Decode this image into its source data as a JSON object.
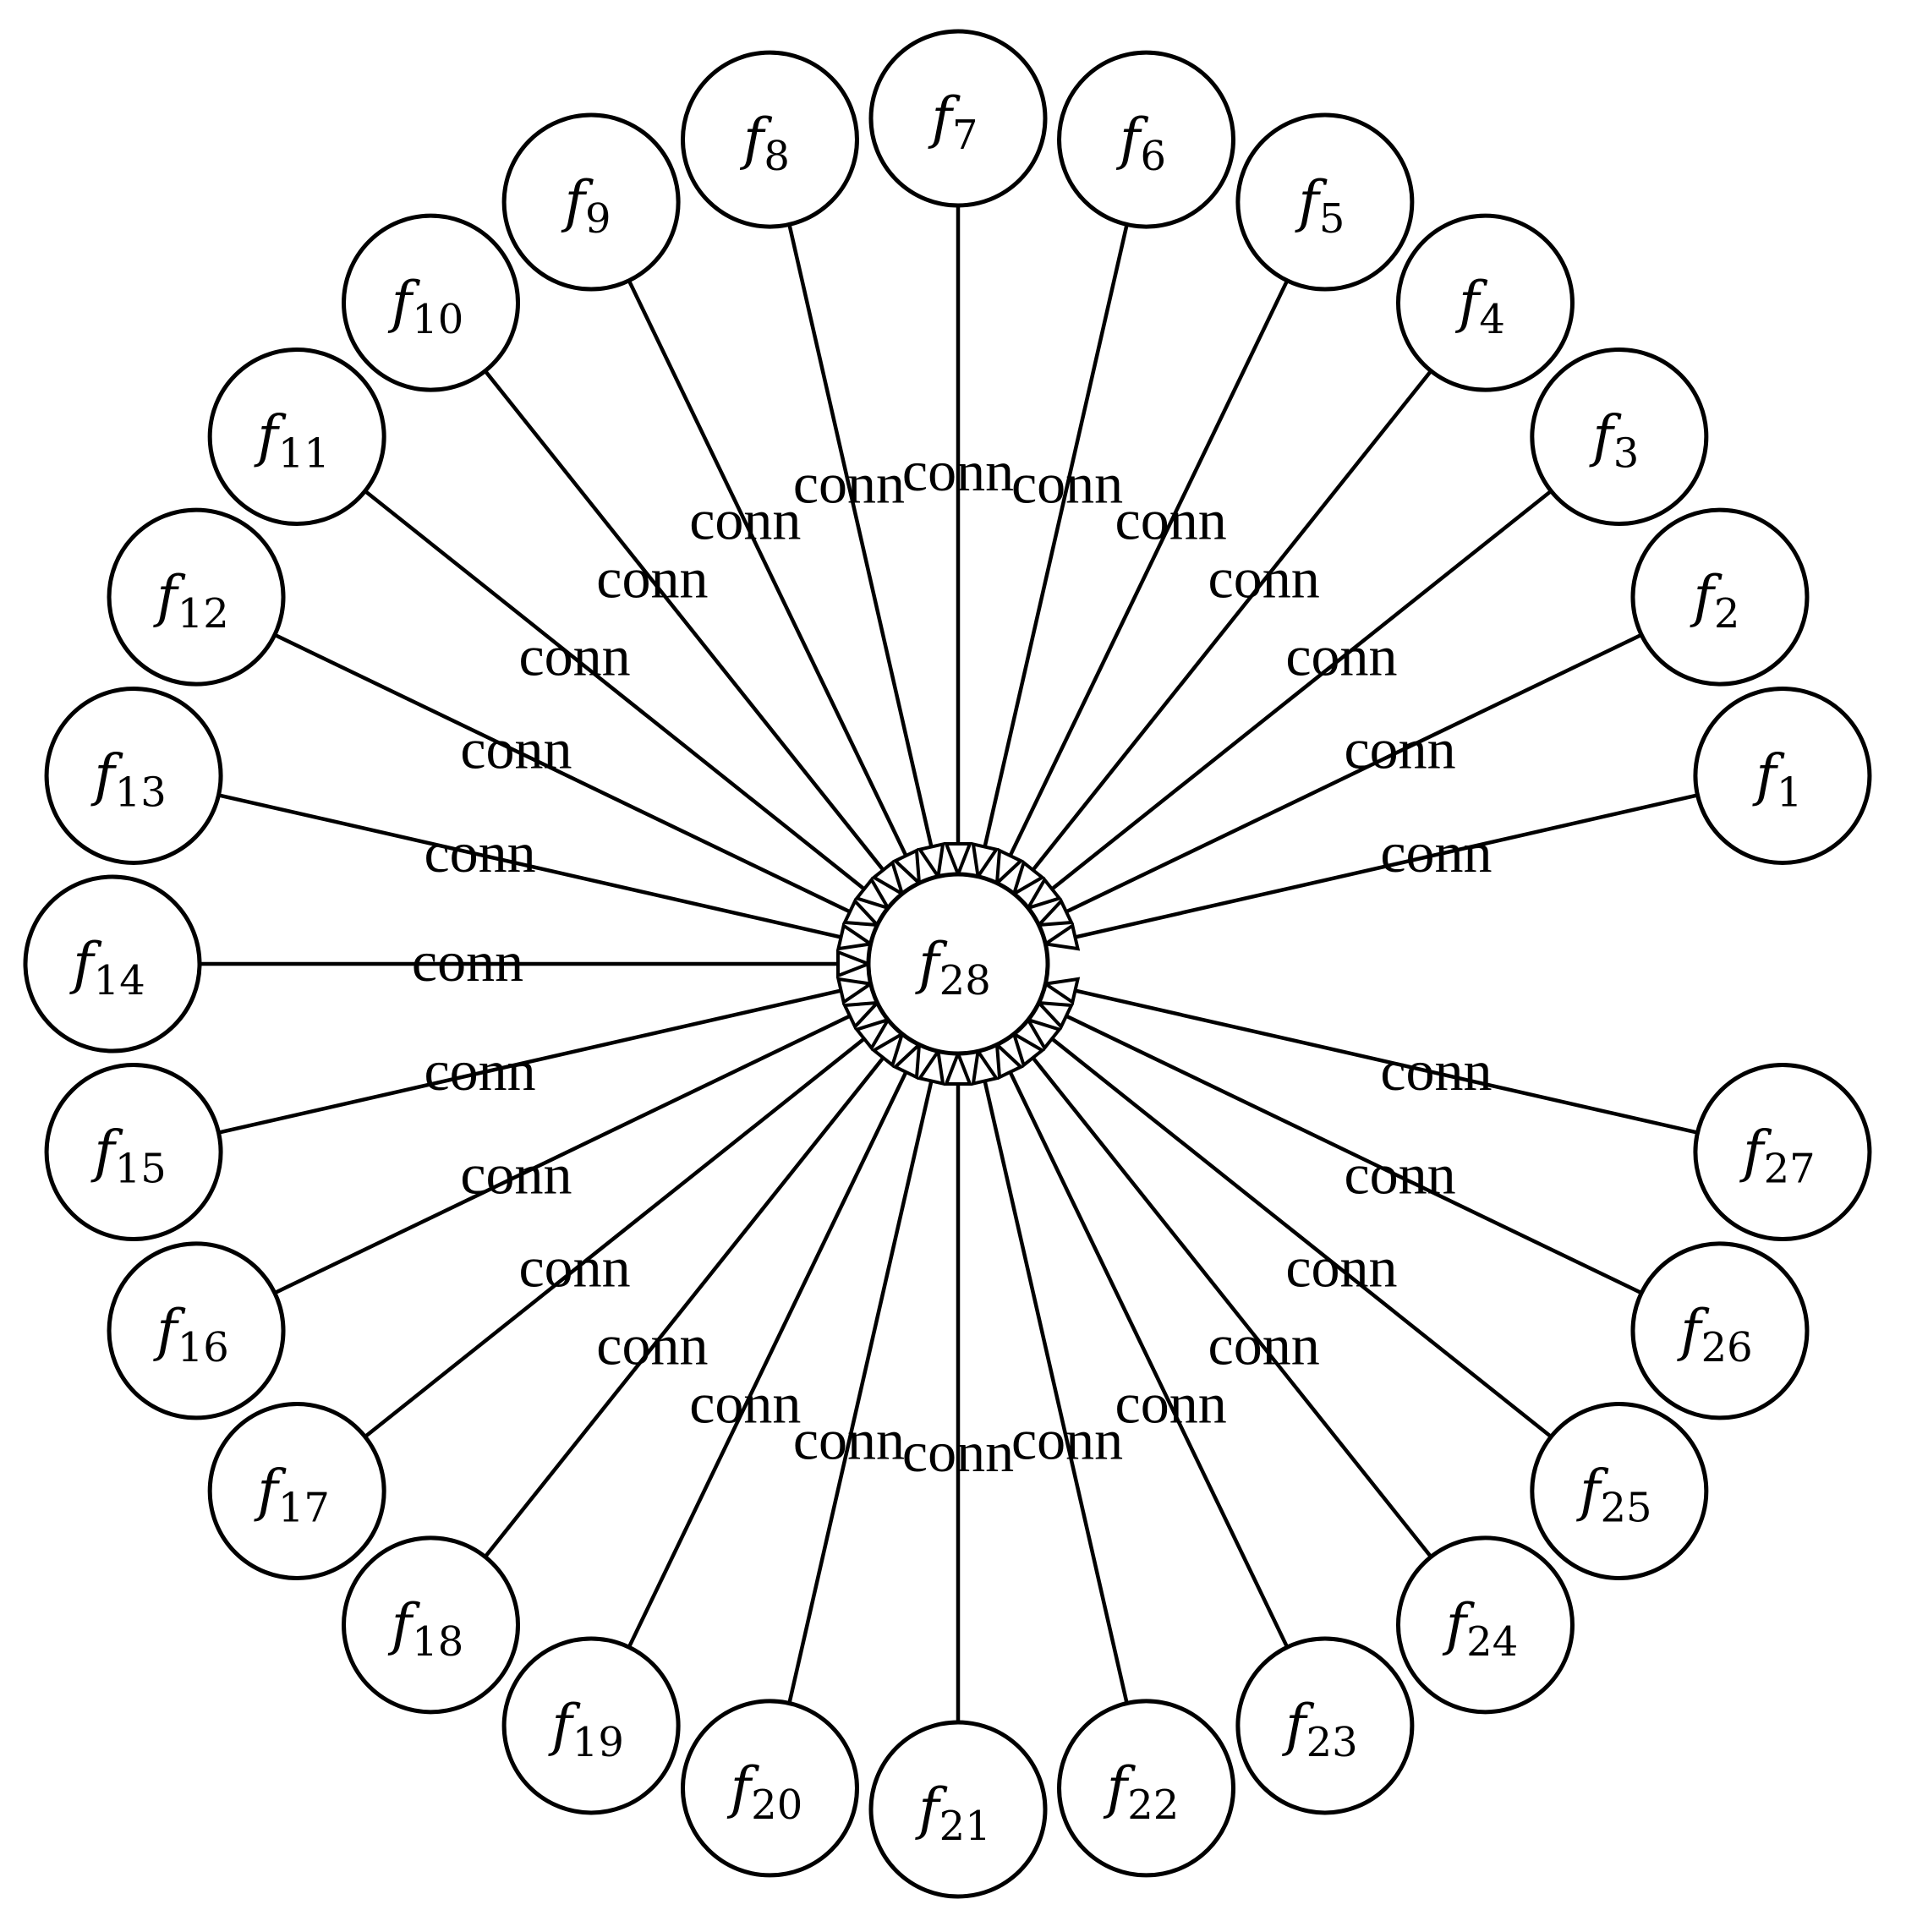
{
  "diagram": {
    "center": {
      "id": "f28",
      "base": "f",
      "sub": "28"
    },
    "outer_nodes": [
      {
        "id": "f1",
        "base": "f",
        "sub": "1"
      },
      {
        "id": "f2",
        "base": "f",
        "sub": "2"
      },
      {
        "id": "f3",
        "base": "f",
        "sub": "3"
      },
      {
        "id": "f4",
        "base": "f",
        "sub": "4"
      },
      {
        "id": "f5",
        "base": "f",
        "sub": "5"
      },
      {
        "id": "f6",
        "base": "f",
        "sub": "6"
      },
      {
        "id": "f7",
        "base": "f",
        "sub": "7"
      },
      {
        "id": "f8",
        "base": "f",
        "sub": "8"
      },
      {
        "id": "f9",
        "base": "f",
        "sub": "9"
      },
      {
        "id": "f10",
        "base": "f",
        "sub": "10"
      },
      {
        "id": "f11",
        "base": "f",
        "sub": "11"
      },
      {
        "id": "f12",
        "base": "f",
        "sub": "12"
      },
      {
        "id": "f13",
        "base": "f",
        "sub": "13"
      },
      {
        "id": "f14",
        "base": "f",
        "sub": "14"
      },
      {
        "id": "f15",
        "base": "f",
        "sub": "15"
      },
      {
        "id": "f16",
        "base": "f",
        "sub": "16"
      },
      {
        "id": "f17",
        "base": "f",
        "sub": "17"
      },
      {
        "id": "f18",
        "base": "f",
        "sub": "18"
      },
      {
        "id": "f19",
        "base": "f",
        "sub": "19"
      },
      {
        "id": "f20",
        "base": "f",
        "sub": "20"
      },
      {
        "id": "f21",
        "base": "f",
        "sub": "21"
      },
      {
        "id": "f22",
        "base": "f",
        "sub": "22"
      },
      {
        "id": "f23",
        "base": "f",
        "sub": "23"
      },
      {
        "id": "f24",
        "base": "f",
        "sub": "24"
      },
      {
        "id": "f25",
        "base": "f",
        "sub": "25"
      },
      {
        "id": "f26",
        "base": "f",
        "sub": "26"
      },
      {
        "id": "f27",
        "base": "f",
        "sub": "27"
      }
    ],
    "edges": [
      {
        "from": "f1",
        "to": "f28",
        "label": "conn"
      },
      {
        "from": "f2",
        "to": "f28",
        "label": "conn"
      },
      {
        "from": "f3",
        "to": "f28",
        "label": "conn"
      },
      {
        "from": "f4",
        "to": "f28",
        "label": "conn"
      },
      {
        "from": "f5",
        "to": "f28",
        "label": "conn"
      },
      {
        "from": "f6",
        "to": "f28",
        "label": "conn"
      },
      {
        "from": "f7",
        "to": "f28",
        "label": "conn"
      },
      {
        "from": "f8",
        "to": "f28",
        "label": "conn"
      },
      {
        "from": "f9",
        "to": "f28",
        "label": "conn"
      },
      {
        "from": "f10",
        "to": "f28",
        "label": "conn"
      },
      {
        "from": "f11",
        "to": "f28",
        "label": "conn"
      },
      {
        "from": "f12",
        "to": "f28",
        "label": "conn"
      },
      {
        "from": "f13",
        "to": "f28",
        "label": "conn"
      },
      {
        "from": "f14",
        "to": "f28",
        "label": "conn"
      },
      {
        "from": "f15",
        "to": "f28",
        "label": "conn"
      },
      {
        "from": "f16",
        "to": "f28",
        "label": "conn"
      },
      {
        "from": "f17",
        "to": "f28",
        "label": "conn"
      },
      {
        "from": "f18",
        "to": "f28",
        "label": "conn"
      },
      {
        "from": "f19",
        "to": "f28",
        "label": "conn"
      },
      {
        "from": "f20",
        "to": "f28",
        "label": "conn"
      },
      {
        "from": "f21",
        "to": "f28",
        "label": "conn"
      },
      {
        "from": "f22",
        "to": "f28",
        "label": "conn"
      },
      {
        "from": "f23",
        "to": "f28",
        "label": "conn"
      },
      {
        "from": "f24",
        "to": "f28",
        "label": "conn"
      },
      {
        "from": "f25",
        "to": "f28",
        "label": "conn"
      },
      {
        "from": "f26",
        "to": "f28",
        "label": "conn"
      },
      {
        "from": "f27",
        "to": "f28",
        "label": "conn"
      }
    ]
  }
}
